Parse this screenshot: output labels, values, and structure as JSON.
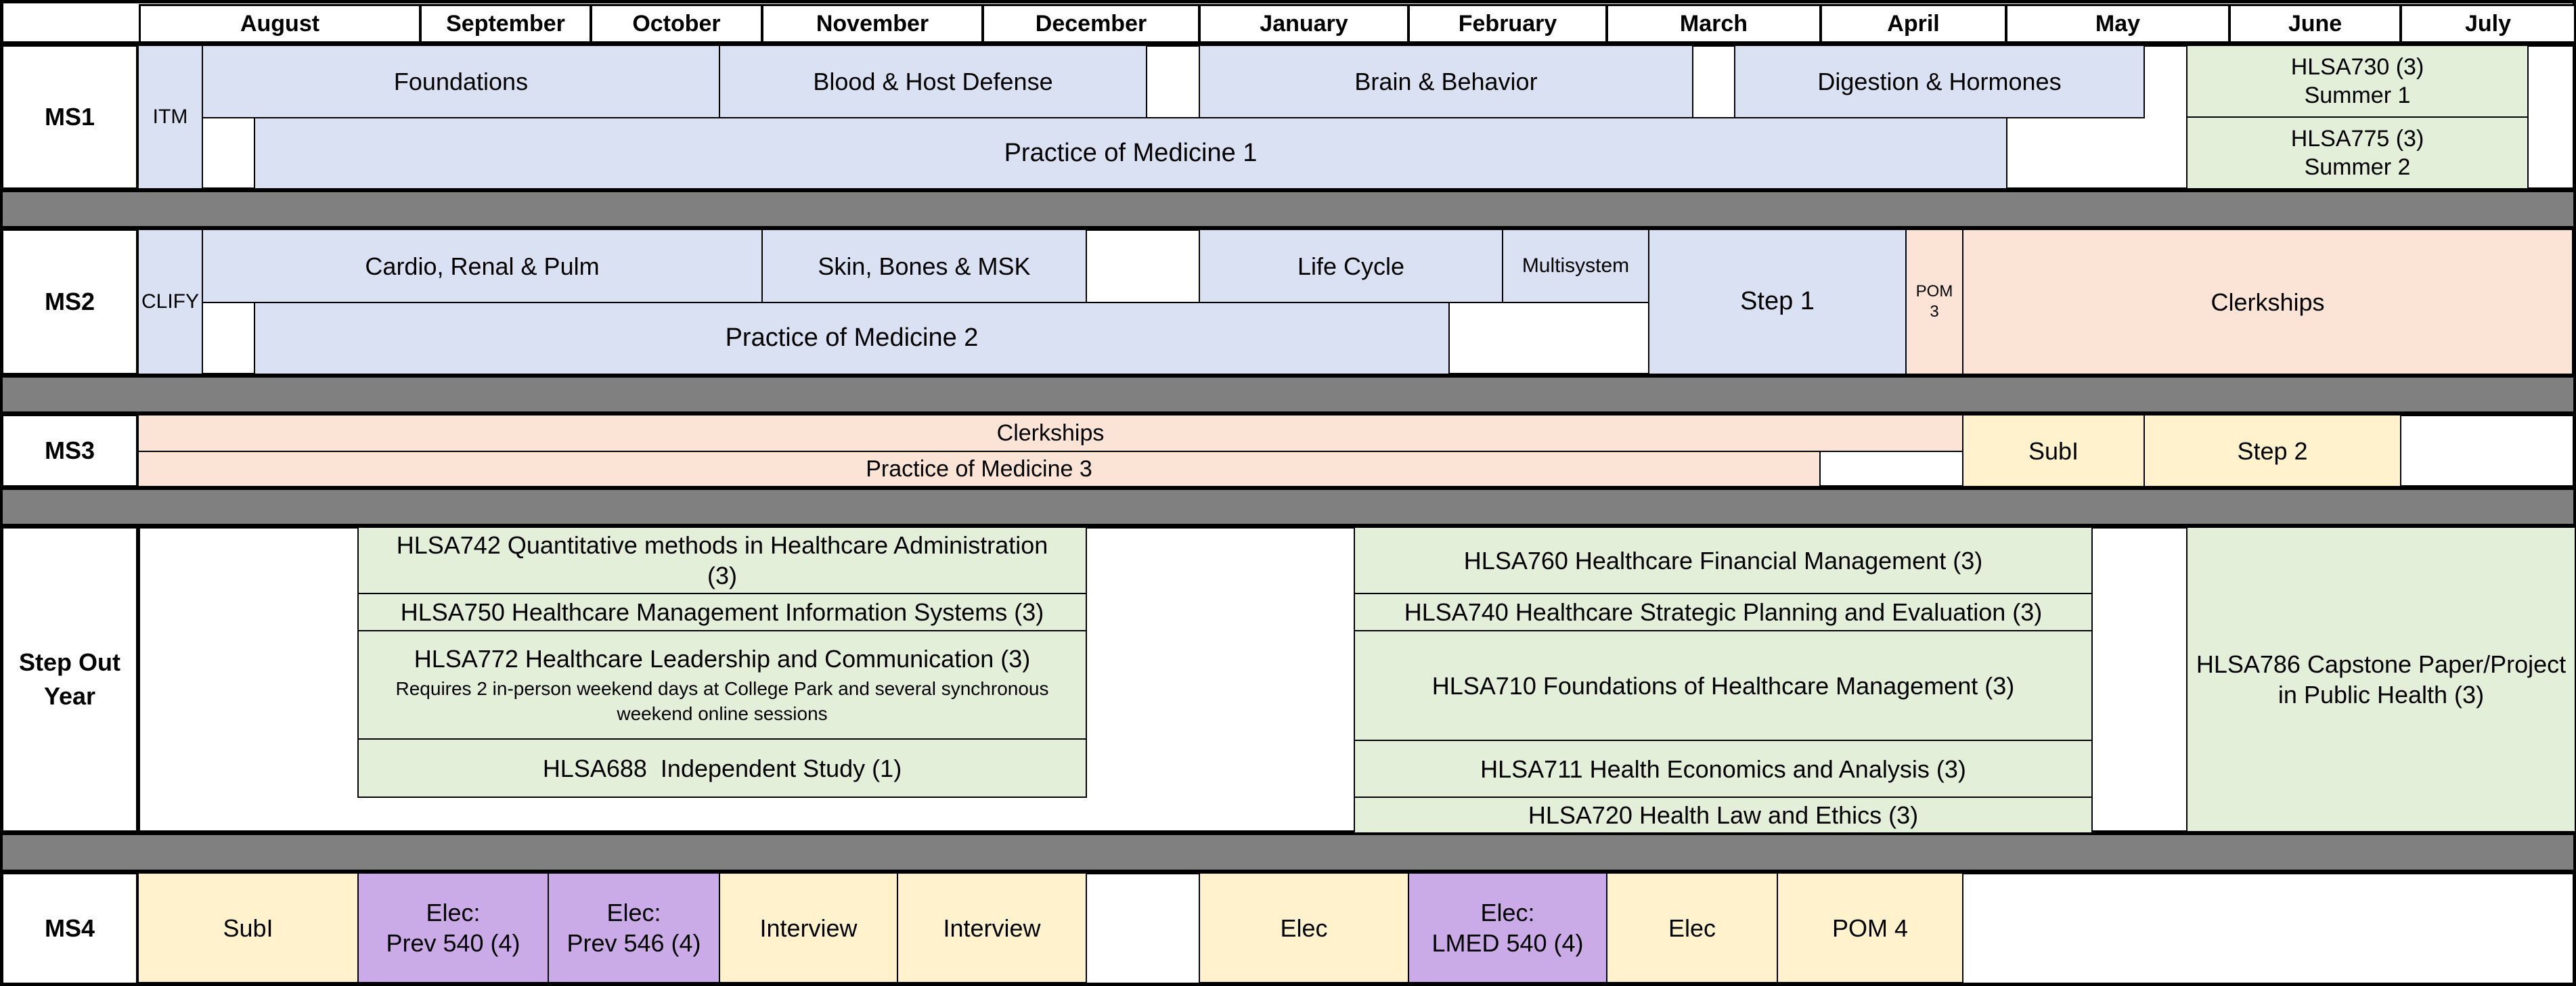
{
  "months": [
    "August",
    "September",
    "October",
    "November",
    "December",
    "January",
    "February",
    "March",
    "April",
    "May",
    "June",
    "July"
  ],
  "rows": {
    "ms1": "MS1",
    "ms2": "MS2",
    "ms3": "MS3",
    "step_out": [
      "Step Out",
      "Year"
    ],
    "ms4": "MS4"
  },
  "ms1": {
    "itm": "ITM",
    "foundations": "Foundations",
    "blood": "Blood & Host Defense",
    "brain": "Brain & Behavior",
    "digestion": "Digestion & Hormones",
    "pom1": "Practice of Medicine 1",
    "hlsa730": [
      "HLSA730 (3)",
      "Summer 1"
    ],
    "hlsa775": [
      "HLSA775 (3)",
      "Summer 2"
    ]
  },
  "ms2": {
    "clify": "CLIFY",
    "cardio": "Cardio, Renal & Pulm",
    "skin": "Skin, Bones & MSK",
    "lifecycle": "Life Cycle",
    "multisystem": "Multisystem",
    "step1": "Step 1",
    "pom3": [
      "POM",
      "3"
    ],
    "clerkships": "Clerkships",
    "pom2": "Practice of Medicine 2"
  },
  "ms3": {
    "clerkships": "Clerkships",
    "pom3": "Practice of Medicine 3",
    "subi": "SubI",
    "step2": "Step 2"
  },
  "step_out": {
    "hlsa742": [
      "HLSA742 Quantitative methods in Healthcare Administration",
      "(3)"
    ],
    "hlsa750": "HLSA750 Healthcare Management Information Systems (3)",
    "hlsa772": "HLSA772 Healthcare Leadership and Communication (3)",
    "hlsa772_note": [
      "Requires 2 in-person weekend days at College Park and several synchronous",
      "weekend online sessions"
    ],
    "hlsa688": "HLSA688  Independent Study (1)",
    "hlsa760": "HLSA760 Healthcare Financial Management (3)",
    "hlsa740": "HLSA740 Healthcare Strategic Planning and Evaluation (3)",
    "hlsa710": "HLSA710 Foundations of Healthcare Management (3)",
    "hlsa711": "HLSA711 Health Economics and Analysis (3)",
    "hlsa720": "HLSA720 Health Law and Ethics (3)",
    "hlsa786": [
      "HLSA786 Capstone Paper/Project",
      "in Public Health (3)"
    ]
  },
  "ms4": {
    "subi": "SubI",
    "prev540": [
      "Elec:",
      "Prev 540 (4)"
    ],
    "prev546": [
      "Elec:",
      "Prev 546 (4)"
    ],
    "interview1": "Interview",
    "interview2": "Interview",
    "elec1": "Elec",
    "lmed540": [
      "Elec:",
      "LMED 540 (4)"
    ],
    "elec2": "Elec",
    "pom4": "POM 4"
  }
}
